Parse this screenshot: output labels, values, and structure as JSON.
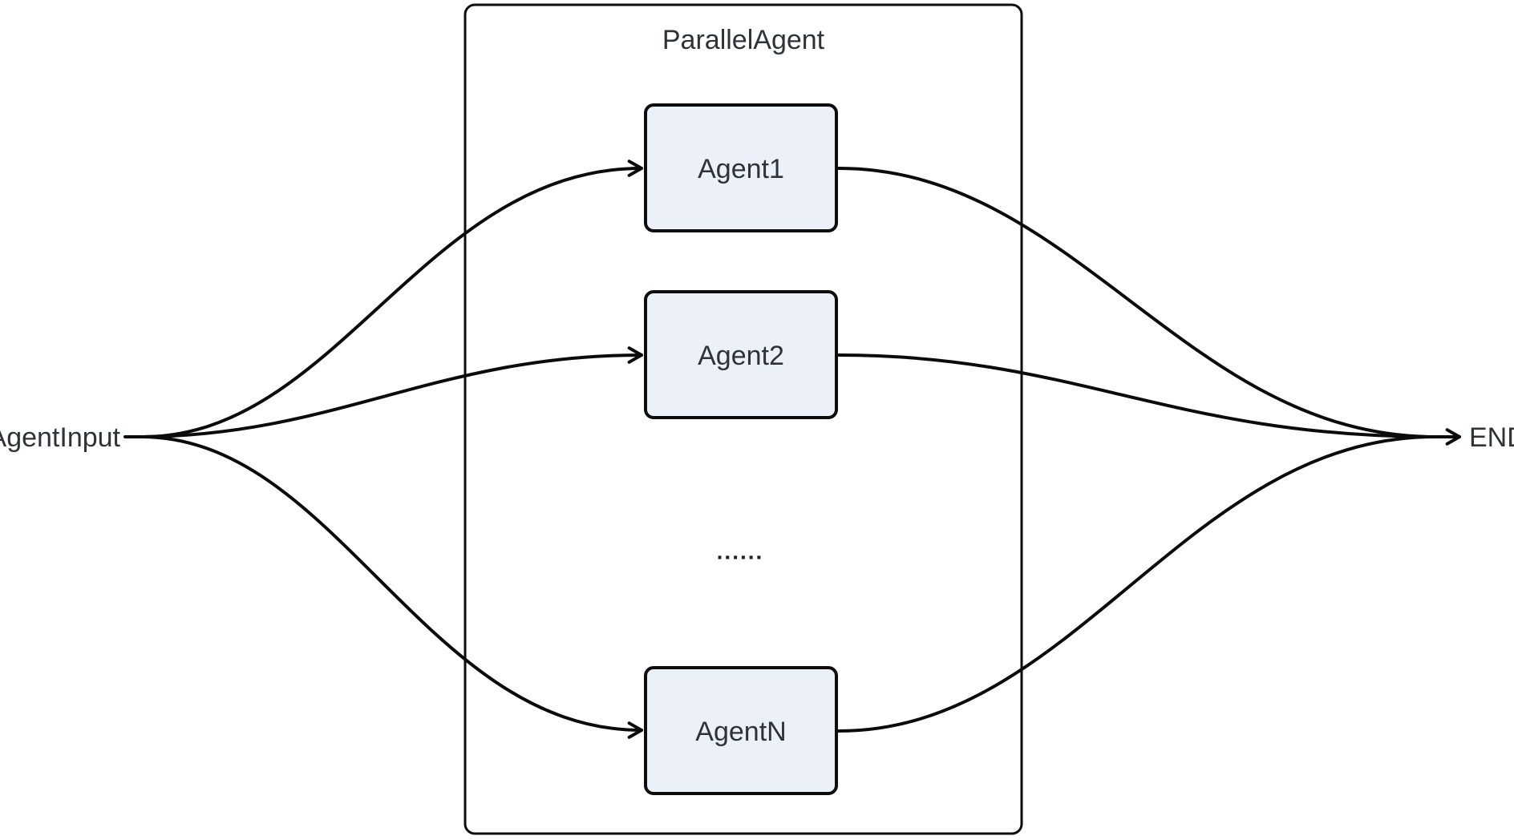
{
  "diagram": {
    "type": "flowchart",
    "direction": "left-to-right",
    "input_node": {
      "label": "AgentInput"
    },
    "end_node": {
      "label": "END"
    },
    "cluster": {
      "label": "ParallelAgent",
      "nodes": [
        {
          "label": "Agent1"
        },
        {
          "label": "Agent2"
        },
        {
          "label": "AgentN"
        }
      ],
      "ellipsis": "......"
    },
    "edges": [
      {
        "from": "AgentInput",
        "to": "Agent1"
      },
      {
        "from": "AgentInput",
        "to": "Agent2"
      },
      {
        "from": "AgentInput",
        "to": "AgentN"
      },
      {
        "from": "Agent1",
        "to": "END"
      },
      {
        "from": "Agent2",
        "to": "END"
      },
      {
        "from": "AgentN",
        "to": "END"
      }
    ],
    "colors": {
      "node_fill": "#ECF0F9",
      "node_border": "#0D0D0D",
      "cluster_border": "#0D0D0D",
      "edge": "#0B0B0B",
      "text": "#2F3337",
      "background": "#FFFFFF"
    }
  }
}
